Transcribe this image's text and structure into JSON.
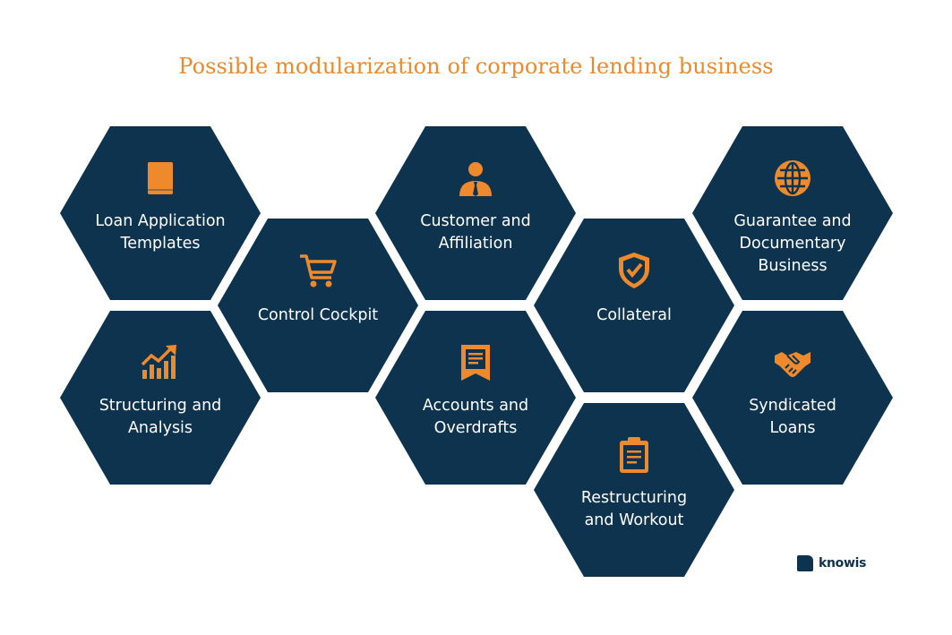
{
  "title": "Possible modularization of corporate lending business",
  "colors": {
    "hex": "#0e334f",
    "accent": "#ee8a2c",
    "text": "#ffffff"
  },
  "modules": [
    {
      "id": "loan-application-templates",
      "icon": "book-icon",
      "label": "Loan Application\nTemplates"
    },
    {
      "id": "structuring-and-analysis",
      "icon": "growth-chart-icon",
      "label": "Structuring and\nAnalysis"
    },
    {
      "id": "control-cockpit",
      "icon": "shopping-cart-icon",
      "label": "Control Cockpit"
    },
    {
      "id": "customer-and-affiliation",
      "icon": "business-person-icon",
      "label": "Customer and\nAffiliation"
    },
    {
      "id": "accounts-and-overdrafts",
      "icon": "document-icon",
      "label": "Accounts and\nOverdrafts"
    },
    {
      "id": "collateral",
      "icon": "shield-check-icon",
      "label": "Collateral"
    },
    {
      "id": "restructuring-and-workout",
      "icon": "clipboard-icon",
      "label": "Restructuring\nand Workout"
    },
    {
      "id": "guarantee-and-documentary-business",
      "icon": "globe-icon",
      "label": "Guarantee and\nDocumentary\nBusiness"
    },
    {
      "id": "syndicated-loans",
      "icon": "handshake-icon",
      "label": "Syndicated\nLoans"
    }
  ],
  "logo": {
    "text": "knowis"
  }
}
